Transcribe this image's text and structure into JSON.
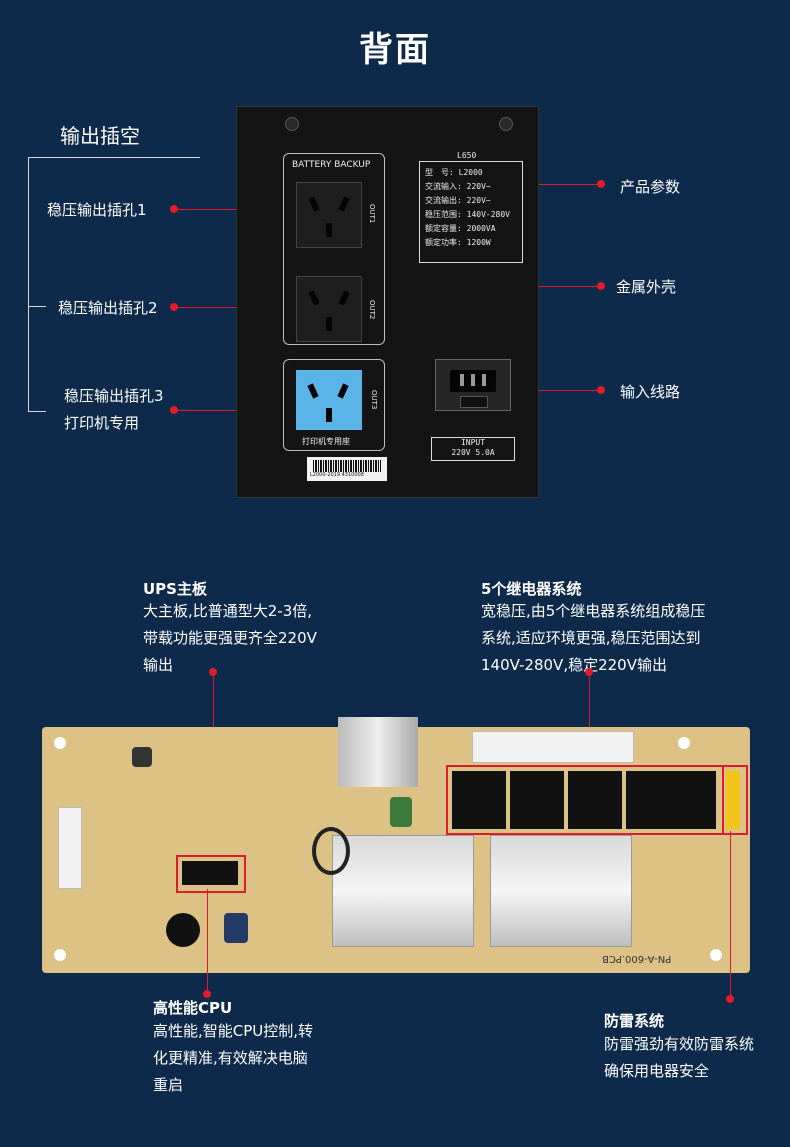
{
  "page": {
    "title": "背面"
  },
  "top_labels": {
    "section": "输出插空",
    "socket1": "稳压输出插孔1",
    "socket2": "稳压输出插孔2",
    "socket3_line1": "稳压输出插孔3",
    "socket3_line2": "打印机专用",
    "params": "产品参数",
    "shell": "金属外壳",
    "input_line": "输入线路"
  },
  "device": {
    "battery_backup": "BATTERY BACKUP",
    "out1": "OUT1",
    "out2": "OUT2",
    "out3": "OUT3",
    "printer_socket": "打印机专用座",
    "barcode_text": "L2000-2019.4310008",
    "spec_model": "L650",
    "spec_lines": [
      "型　号: L2000",
      "交流输入: 220V~",
      "交流输出: 220V~",
      "稳压范围: 140V-280V",
      "额定容量: 2000VA",
      "额定功率: 1200W"
    ],
    "input_label_1": "INPUT",
    "input_label_2": "220V 5.0A"
  },
  "features": {
    "ups": {
      "title": "UPS主板",
      "lines": [
        "大主板,比普通型大2-3倍,",
        "带载功能更强更齐全220V",
        "输出"
      ]
    },
    "relay": {
      "title": "5个继电器系统",
      "lines": [
        "宽稳压,由5个继电器系统组成稳压",
        "系统,适应环境更强,稳压范围达到",
        "140V-280V,稳定220V输出"
      ]
    },
    "cpu": {
      "title": "高性能CPU",
      "lines": [
        "高性能,智能CPU控制,转",
        "化更精准,有效解决电脑",
        "重启"
      ]
    },
    "surge": {
      "title": "防雷系统",
      "lines": [
        "防雷强劲有效防雷系统",
        "确保用电器安全"
      ]
    }
  },
  "pcb": {
    "silkscreen": "PN-A-600.PCB"
  },
  "colors": {
    "background": "#0d2a4a",
    "accent": "#e01b2b",
    "pcb": "#dcc284",
    "socket3": "#5ab4e8"
  }
}
